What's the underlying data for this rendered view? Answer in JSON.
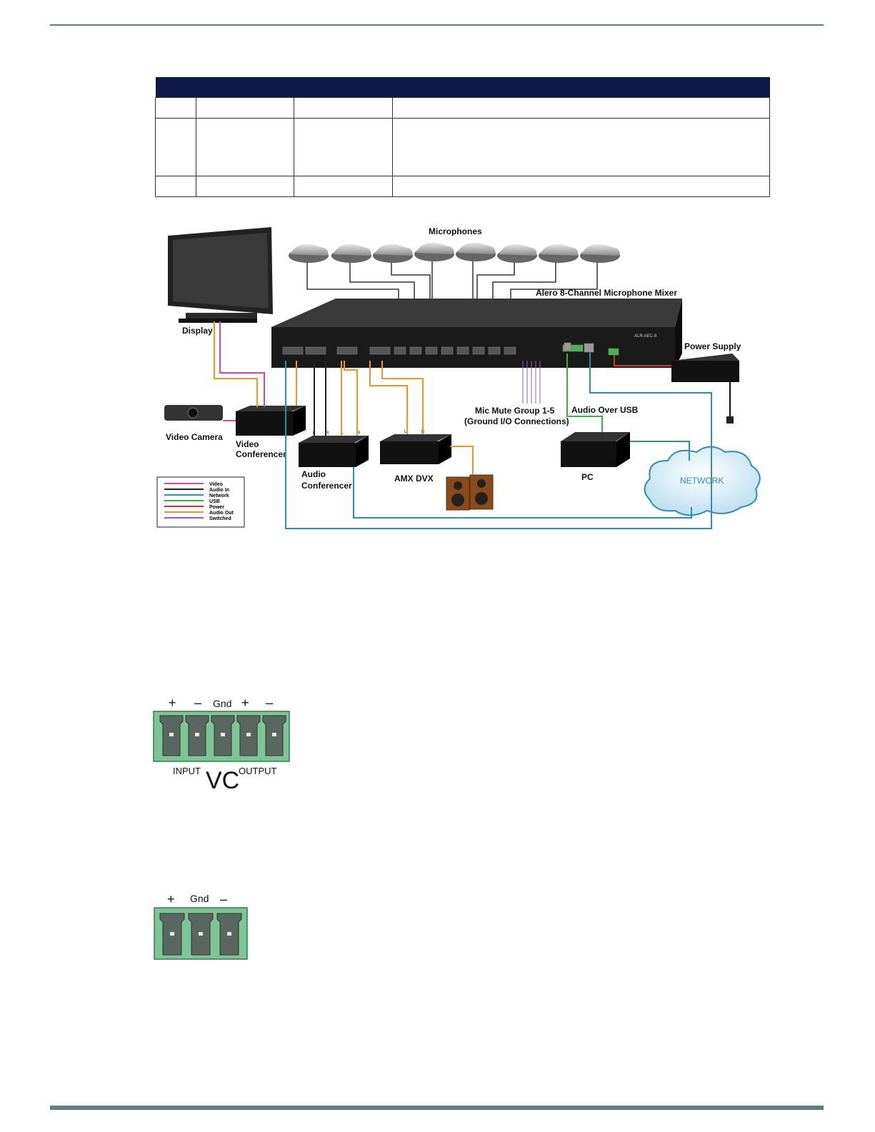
{
  "table": {
    "headers": [
      "",
      "",
      "",
      ""
    ],
    "rows": [
      [
        "",
        "",
        "",
        ""
      ],
      [
        "",
        "",
        "",
        ""
      ],
      [
        "",
        "",
        "",
        ""
      ]
    ]
  },
  "diagram": {
    "labels": {
      "microphones": "Microphones",
      "mixer": "Alero 8-Channel Microphone Mixer",
      "model": "ALR-AEC-8",
      "display": "Display",
      "power_supply": "Power Supply",
      "video_camera": "Video Camera",
      "video_conferencer_1": "Video",
      "video_conferencer_2": "Conferencer",
      "audio_conferencer_1": "Audio",
      "audio_conferencer_2": "Conferencer",
      "amx_dvx": "AMX DVX",
      "mic_mute_1": "Mic Mute Group 1-5",
      "mic_mute_2": "(Ground I/O Connections)",
      "audio_over_usb": "Audio Over USB",
      "pc": "PC",
      "network": "NETWORK",
      "lr_l": "L",
      "lr_r": "R"
    },
    "legend": [
      {
        "label": "Video",
        "color": "#e8419a"
      },
      {
        "label": "Audio In",
        "color": "#222222"
      },
      {
        "label": "Network",
        "color": "#2e8fae"
      },
      {
        "label": "USB",
        "color": "#3fae3f"
      },
      {
        "label": "Power",
        "color": "#d9302c"
      },
      {
        "label": "Audio Out",
        "color": "#f0952a"
      },
      {
        "label": "Switched",
        "color": "#8e5fbf"
      }
    ]
  },
  "connector5": {
    "top_labels": [
      "+",
      "–",
      "Gnd",
      "+",
      "–"
    ],
    "input": "INPUT",
    "vc": "VC",
    "output": "OUTPUT"
  },
  "connector3": {
    "top_labels": [
      "+",
      "Gnd",
      "–"
    ]
  },
  "colors": {
    "header_navy": "#0d1948",
    "rule": "#5f7f7f",
    "connector_green": "#7cc596",
    "pin_dark": "#5a6660"
  }
}
